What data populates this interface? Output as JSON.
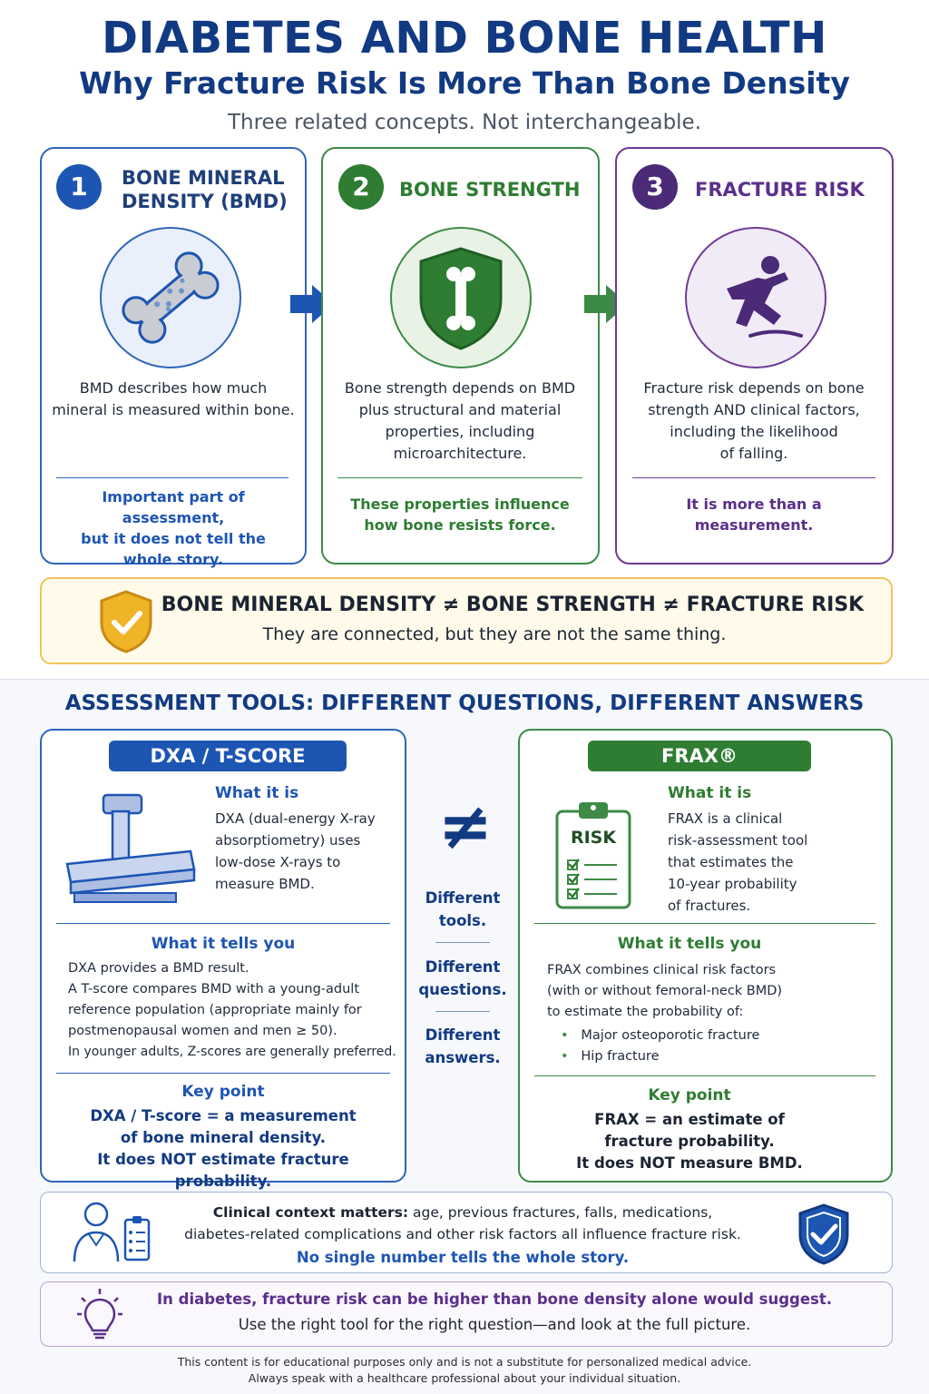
{
  "header": {
    "title": "DIABETES AND BONE HEALTH",
    "subtitle": "Why Fracture Risk Is More Than Bone Density",
    "tagline": "Three related concepts. Not interchangeable."
  },
  "concepts": [
    {
      "number": "1",
      "title_line1": "BONE MINERAL",
      "title_line2": "DENSITY (BMD)",
      "desc": [
        "BMD describes how much",
        "mineral is measured within bone."
      ],
      "foot": [
        "Important part of assessment,",
        "but it does not tell the",
        "whole story."
      ],
      "icon": "bone-icon"
    },
    {
      "number": "2",
      "title": "BONE STRENGTH",
      "desc": [
        "Bone strength depends on BMD",
        "plus structural and material",
        "properties, including",
        "microarchitecture."
      ],
      "foot": [
        "These properties influence",
        "how bone resists force."
      ],
      "icon": "shield-bone-icon"
    },
    {
      "number": "3",
      "title": "FRACTURE RISK",
      "desc": [
        "Fracture risk depends on bone",
        "strength AND clinical factors,",
        "including the likelihood",
        "of falling."
      ],
      "foot": [
        "It is more than a",
        "measurement."
      ],
      "icon": "falling-person-icon"
    }
  ],
  "equation": {
    "line": "BONE MINERAL DENSITY ≠ BONE STRENGTH ≠ FRACTURE RISK",
    "sub": "They are connected, but they are not the same thing."
  },
  "assessment": {
    "title": "ASSESSMENT TOOLS: DIFFERENT QUESTIONS, DIFFERENT ANSWERS",
    "neq": "≠",
    "middle": [
      [
        "Different",
        "tools."
      ],
      [
        "Different",
        "questions."
      ],
      [
        "Different",
        "answers."
      ]
    ],
    "dxa": {
      "label": "DXA / T-SCORE",
      "what_it_is_heading": "What it is",
      "what_it_is": [
        "DXA (dual-energy X-ray",
        "absorptiometry) uses",
        "low-dose X-rays to",
        "measure BMD."
      ],
      "tells_heading": "What it tells you",
      "tells": [
        "DXA provides a BMD result.",
        "A T-score compares BMD with a young-adult",
        "reference population (appropriate mainly for",
        "postmenopausal women and men ≥ 50).",
        "In younger adults, Z-scores are generally preferred."
      ],
      "key_heading": "Key point",
      "key": [
        "DXA / T-score = a measurement",
        "of bone mineral density.",
        "It does NOT estimate fracture probability."
      ]
    },
    "frax": {
      "label": "FRAX®",
      "risk_label": "RISK",
      "what_it_is_heading": "What it is",
      "what_it_is": [
        "FRAX is a clinical",
        "risk-assessment tool",
        "that estimates the",
        "10-year probability",
        "of fractures."
      ],
      "tells_heading": "What it tells you",
      "tells": [
        "FRAX combines clinical risk factors",
        "(with or without femoral-neck BMD)",
        "to estimate the probability of:"
      ],
      "bullets": [
        "Major osteoporotic fracture",
        "Hip fracture"
      ],
      "key_heading": "Key point",
      "key": [
        "FRAX = an estimate of",
        "fracture probability.",
        "It does NOT measure BMD."
      ]
    }
  },
  "context": {
    "bold": "Clinical context matters:",
    "rest": " age, previous fractures, falls, medications,",
    "line2": "diabetes-related complications and other risk factors all influence fracture risk.",
    "emphasis": "No single number tells the whole story."
  },
  "tip": {
    "line1": "In diabetes, fracture risk can be higher than bone density alone would suggest.",
    "line2": "Use the right tool for the right question—and look at the full picture."
  },
  "disclaimer": [
    "This content is for educational purposes only and is not a substitute for personalized medical advice.",
    "Always speak with a healthcare professional about your individual situation."
  ],
  "colors": {
    "navy": "#123a82",
    "blue": "#2f65b8",
    "green": "#3d8a46",
    "purple": "#6e3b94",
    "gold": "#f0b429"
  }
}
